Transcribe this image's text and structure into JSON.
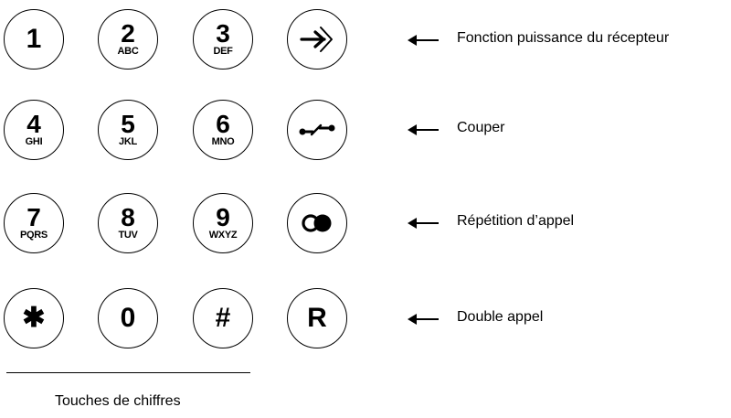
{
  "keypad": {
    "keys": [
      {
        "digit": "1",
        "letters": ""
      },
      {
        "digit": "2",
        "letters": "ABC"
      },
      {
        "digit": "3",
        "letters": "DEF"
      },
      {
        "digit": "4",
        "letters": "GHI"
      },
      {
        "digit": "5",
        "letters": "JKL"
      },
      {
        "digit": "6",
        "letters": "MNO"
      },
      {
        "digit": "7",
        "letters": "PQRS"
      },
      {
        "digit": "8",
        "letters": "TUV"
      },
      {
        "digit": "9",
        "letters": "WXYZ"
      },
      {
        "digit": "✱",
        "letters": ""
      },
      {
        "digit": "0",
        "letters": ""
      },
      {
        "digit": "#",
        "letters": ""
      }
    ],
    "function_keys": [
      {
        "icon": "receiver-power-icon",
        "label": "Fonction puissance du récepteur"
      },
      {
        "icon": "hang-up-icon",
        "label": "Couper"
      },
      {
        "icon": "redial-icon",
        "label": "Répétition d’appel"
      },
      {
        "icon": "double-call-icon",
        "symbol": "R",
        "label": "Double appel"
      }
    ],
    "caption": "Touches de chiffres"
  }
}
